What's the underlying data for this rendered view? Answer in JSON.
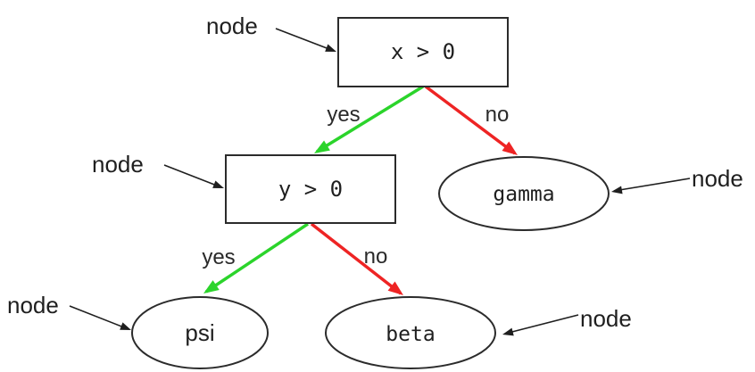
{
  "diagram": {
    "type": "decision-tree",
    "background": "#ffffff",
    "colors": {
      "yes_edge": "#2bd42b",
      "no_edge": "#ee2424",
      "shape_outline": "#2b2b2b",
      "text": "#1f1f1f"
    },
    "nodes": {
      "root": {
        "label": "x > 0",
        "shape": "rectangle"
      },
      "decision2": {
        "label": "y > 0",
        "shape": "rectangle"
      },
      "gamma": {
        "label": "gamma",
        "shape": "ellipse"
      },
      "psi": {
        "label": "psi",
        "shape": "ellipse"
      },
      "beta": {
        "label": "beta",
        "shape": "ellipse"
      }
    },
    "edges": [
      {
        "from": "root",
        "to": "decision2",
        "label": "yes",
        "color": "#2bd42b"
      },
      {
        "from": "root",
        "to": "gamma",
        "label": "no",
        "color": "#ee2424"
      },
      {
        "from": "decision2",
        "to": "psi",
        "label": "yes",
        "color": "#2bd42b"
      },
      {
        "from": "decision2",
        "to": "beta",
        "label": "no",
        "color": "#ee2424"
      }
    ],
    "annotations": [
      {
        "label": "node",
        "points_to": "root"
      },
      {
        "label": "node",
        "points_to": "decision2"
      },
      {
        "label": "node",
        "points_to": "gamma"
      },
      {
        "label": "node",
        "points_to": "psi"
      },
      {
        "label": "node",
        "points_to": "beta"
      }
    ]
  }
}
